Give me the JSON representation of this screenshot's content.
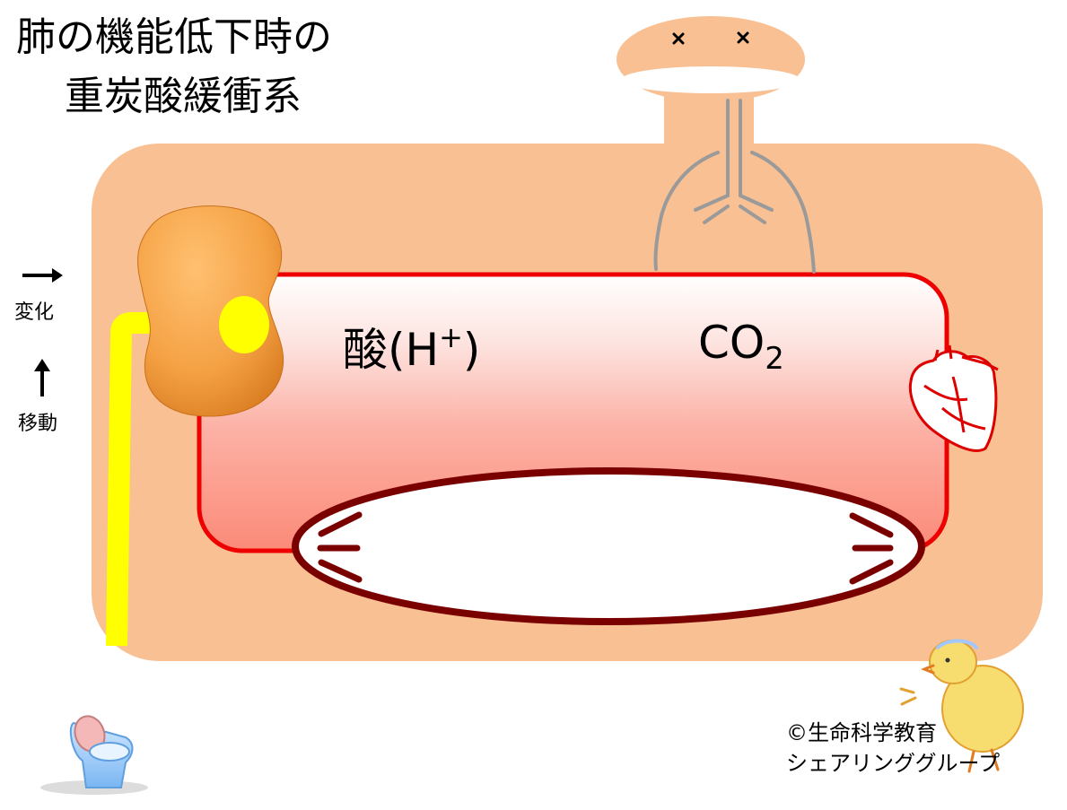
{
  "title": {
    "line1": "肺の機能低下時の",
    "line2": "重炭酸緩衝系"
  },
  "legend": {
    "change_label": "変化",
    "move_label": "移動"
  },
  "blood": {
    "acid_label": "酸(H",
    "acid_sup": "+",
    "acid_close": ")",
    "co2_label": "CO",
    "co2_sub": "2"
  },
  "credit": {
    "line1": "©生命科学教育",
    "line2": "シェアリンググループ"
  },
  "colors": {
    "body": "#f8c093",
    "blood_border": "#ee0000",
    "blood_top": "#ffffff",
    "blood_bottom": "#fb8a78",
    "loop_border": "#7a0000",
    "kidney": "#f5a245",
    "urine": "#ffff00",
    "lung_line": "#9a9a9a"
  },
  "icons": [
    "head-icon",
    "dead-eye-icon",
    "lung-icon",
    "kidney-icon",
    "heart-icon",
    "toilet-icon",
    "chick-icon",
    "right-arrow-icon",
    "up-arrow-icon"
  ]
}
